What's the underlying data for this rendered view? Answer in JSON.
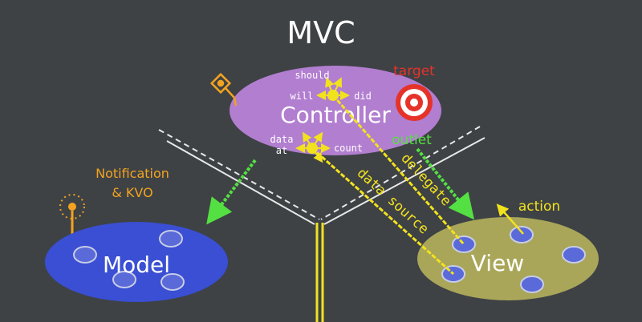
{
  "title": "MVC",
  "controller": {
    "label": "Controller",
    "top_cluster": {
      "should": "should",
      "will": "will",
      "did": "did"
    },
    "bottom_cluster": {
      "data": "data",
      "at": "at",
      "count": "count"
    }
  },
  "labels": {
    "target": "target",
    "outlet": "outlet",
    "delegate": "delegate",
    "data_source": "data source",
    "notification": "Notification",
    "kvo": "& KVO",
    "action": "action"
  },
  "model": {
    "label": "Model"
  },
  "view": {
    "label": "View"
  },
  "colors": {
    "background": "#3e4245",
    "controller": "#b27ed0",
    "model": "#3a4fd3",
    "view": "#a9a65a",
    "title": "#ffffff",
    "yellow": "#f2e21e",
    "orange": "#f3a31f",
    "green": "#54e042",
    "red": "#e5332a"
  },
  "icons": [
    "target-icon",
    "radio-antenna-icon",
    "pencil-icon"
  ]
}
